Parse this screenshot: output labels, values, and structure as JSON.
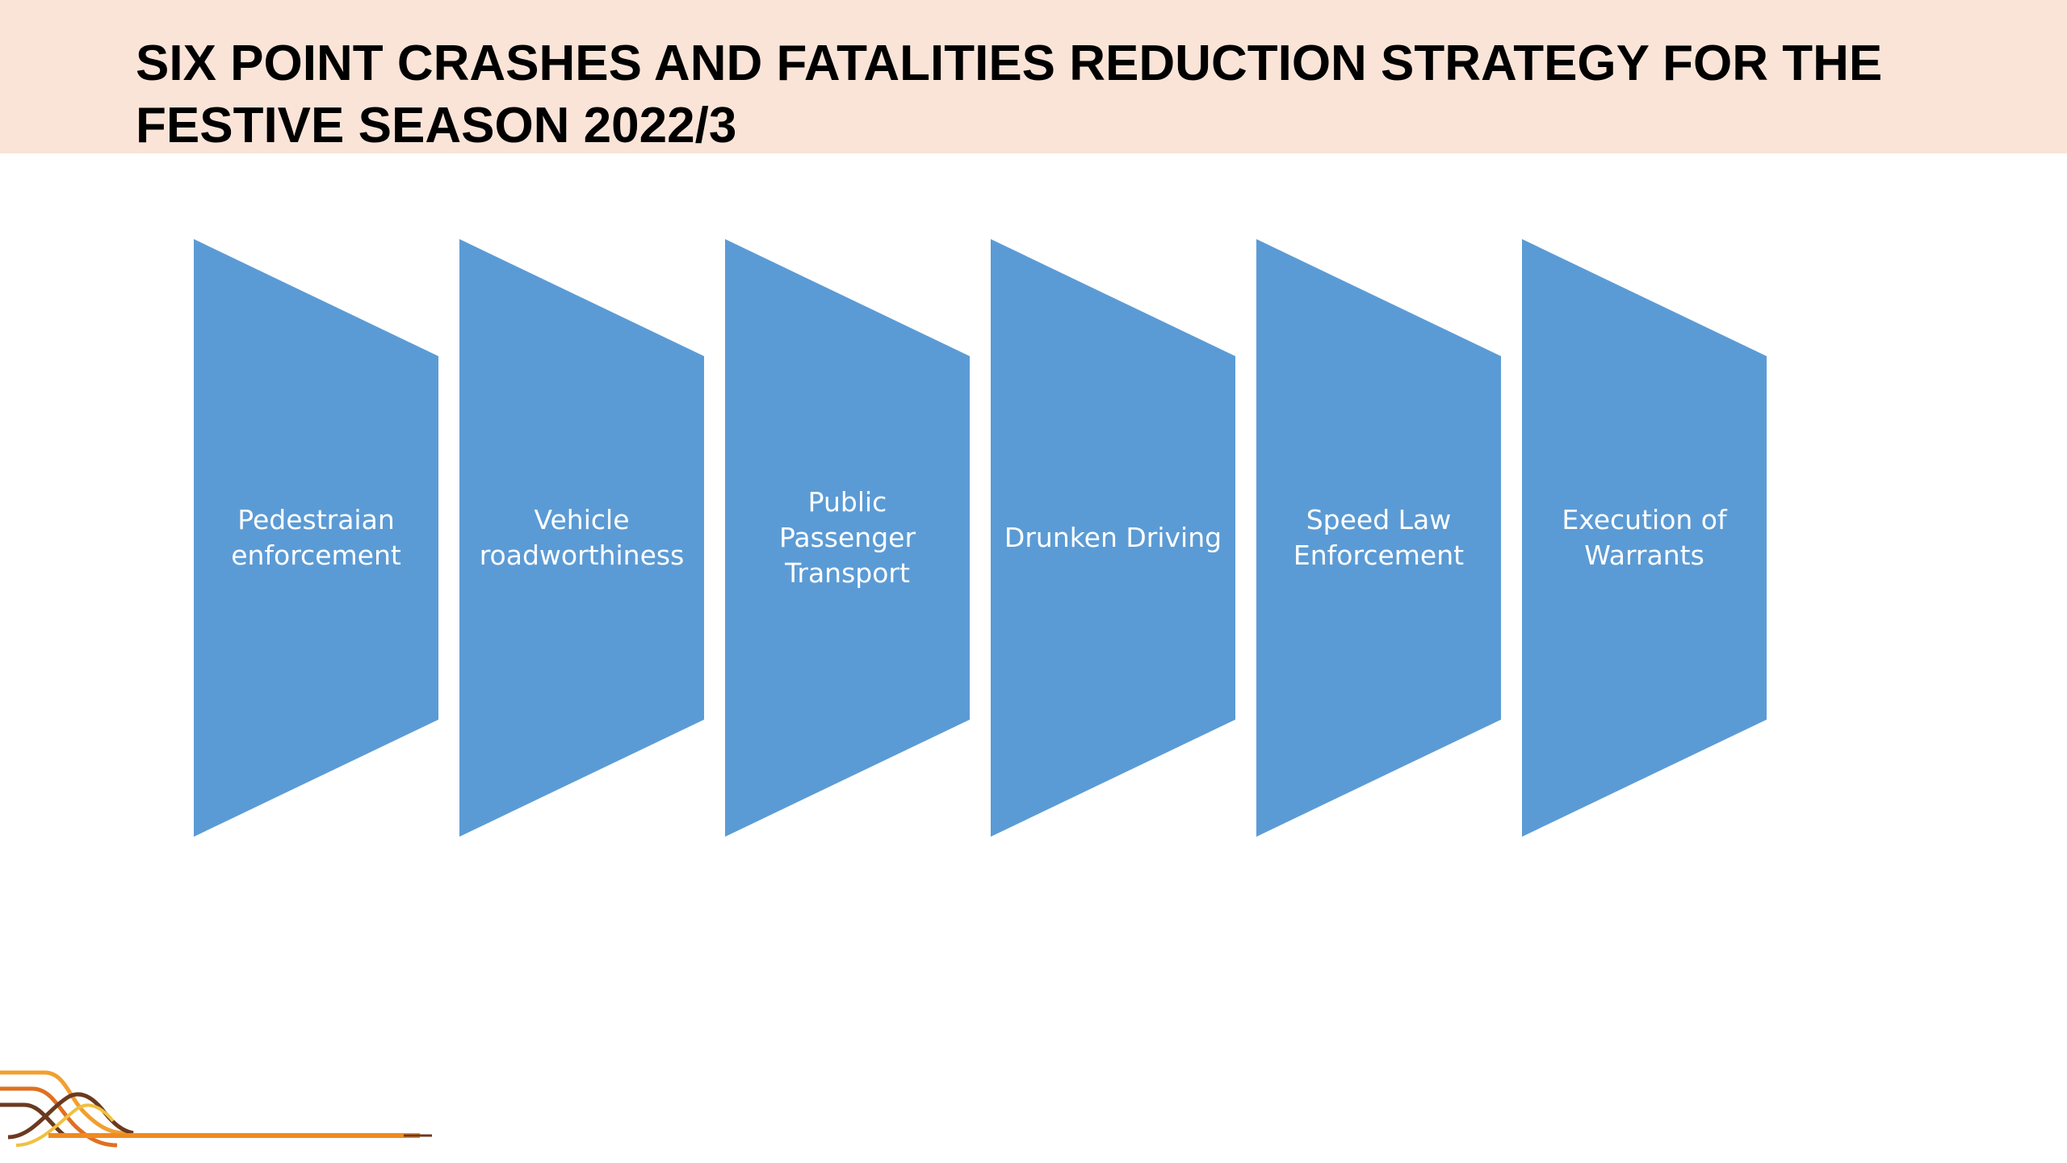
{
  "slide": {
    "title": "SIX POINT CRASHES AND FATALITIES REDUCTION STRATEGY FOR THE FESTIVE SEASON 2022/3"
  },
  "steps": [
    {
      "label": "Pedestraian\nenforcement"
    },
    {
      "label": "Vehicle\nroadworthiness"
    },
    {
      "label": "Public\nPassenger\nTransport"
    },
    {
      "label": "Drunken Driving"
    },
    {
      "label": "Speed Law\nEnforcement"
    },
    {
      "label": "Execution of\nWarrants"
    }
  ],
  "colors": {
    "title_band": "#fae4d8",
    "step_fill": "#5b9bd5",
    "step_text": "#ffffff",
    "logo_orange": "#f0a030",
    "logo_brown": "#6b3a1f"
  },
  "logo": {
    "icon": "road-lines-logo-icon"
  }
}
